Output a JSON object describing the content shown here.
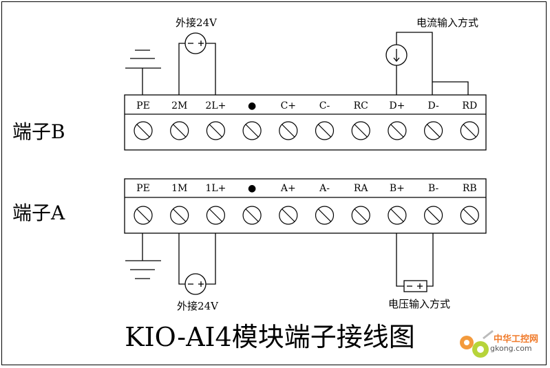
{
  "title": "KIO-AI4模块端子接线图",
  "terminal_b": {
    "label": "端子B",
    "pins": [
      "PE",
      "2M",
      "2L+",
      "●",
      "C+",
      "C-",
      "RC",
      "D+",
      "D-",
      "RD"
    ],
    "supply_label": "外接24V",
    "supply_symbol": "- +",
    "input_label": "电流输入方式"
  },
  "terminal_a": {
    "label": "端子A",
    "pins": [
      "PE",
      "1M",
      "1L+",
      "●",
      "A+",
      "A-",
      "RA",
      "B+",
      "B-",
      "RB"
    ],
    "supply_label": "外接24V",
    "supply_symbol": "- +",
    "input_label": "电压输入方式",
    "input_symbol": "-  +"
  },
  "watermark": {
    "name": "中华工控网",
    "url_text": "gkong.com"
  }
}
